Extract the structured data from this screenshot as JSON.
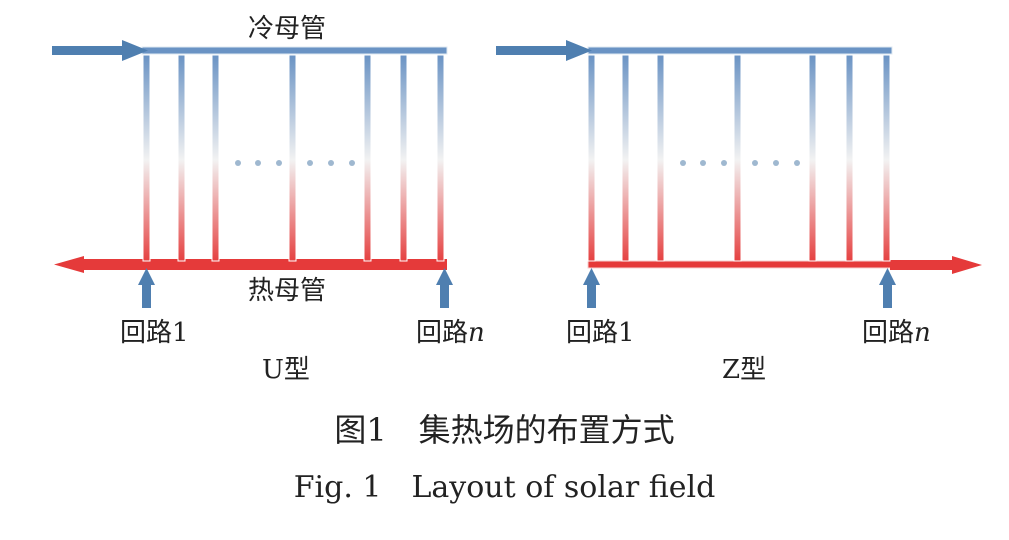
{
  "colors": {
    "cold": "#6a93c4",
    "hot": "#e53a3a",
    "arrow_blue": "#4f7fb0",
    "arrow_red": "#e53a3a"
  },
  "left": {
    "cold_header_label": "冷母管",
    "hot_header_label": "热母管",
    "loop_first_label": "回路1",
    "loop_last_prefix": "回路",
    "loop_last_suffix": "n",
    "type_label": "U型"
  },
  "right": {
    "loop_first_label": "回路1",
    "loop_last_prefix": "回路",
    "loop_last_suffix": "n",
    "type_label": "Z型"
  },
  "caption": {
    "cn": "图1　集热场的布置方式",
    "en": "Fig. 1　Layout of solar field"
  }
}
